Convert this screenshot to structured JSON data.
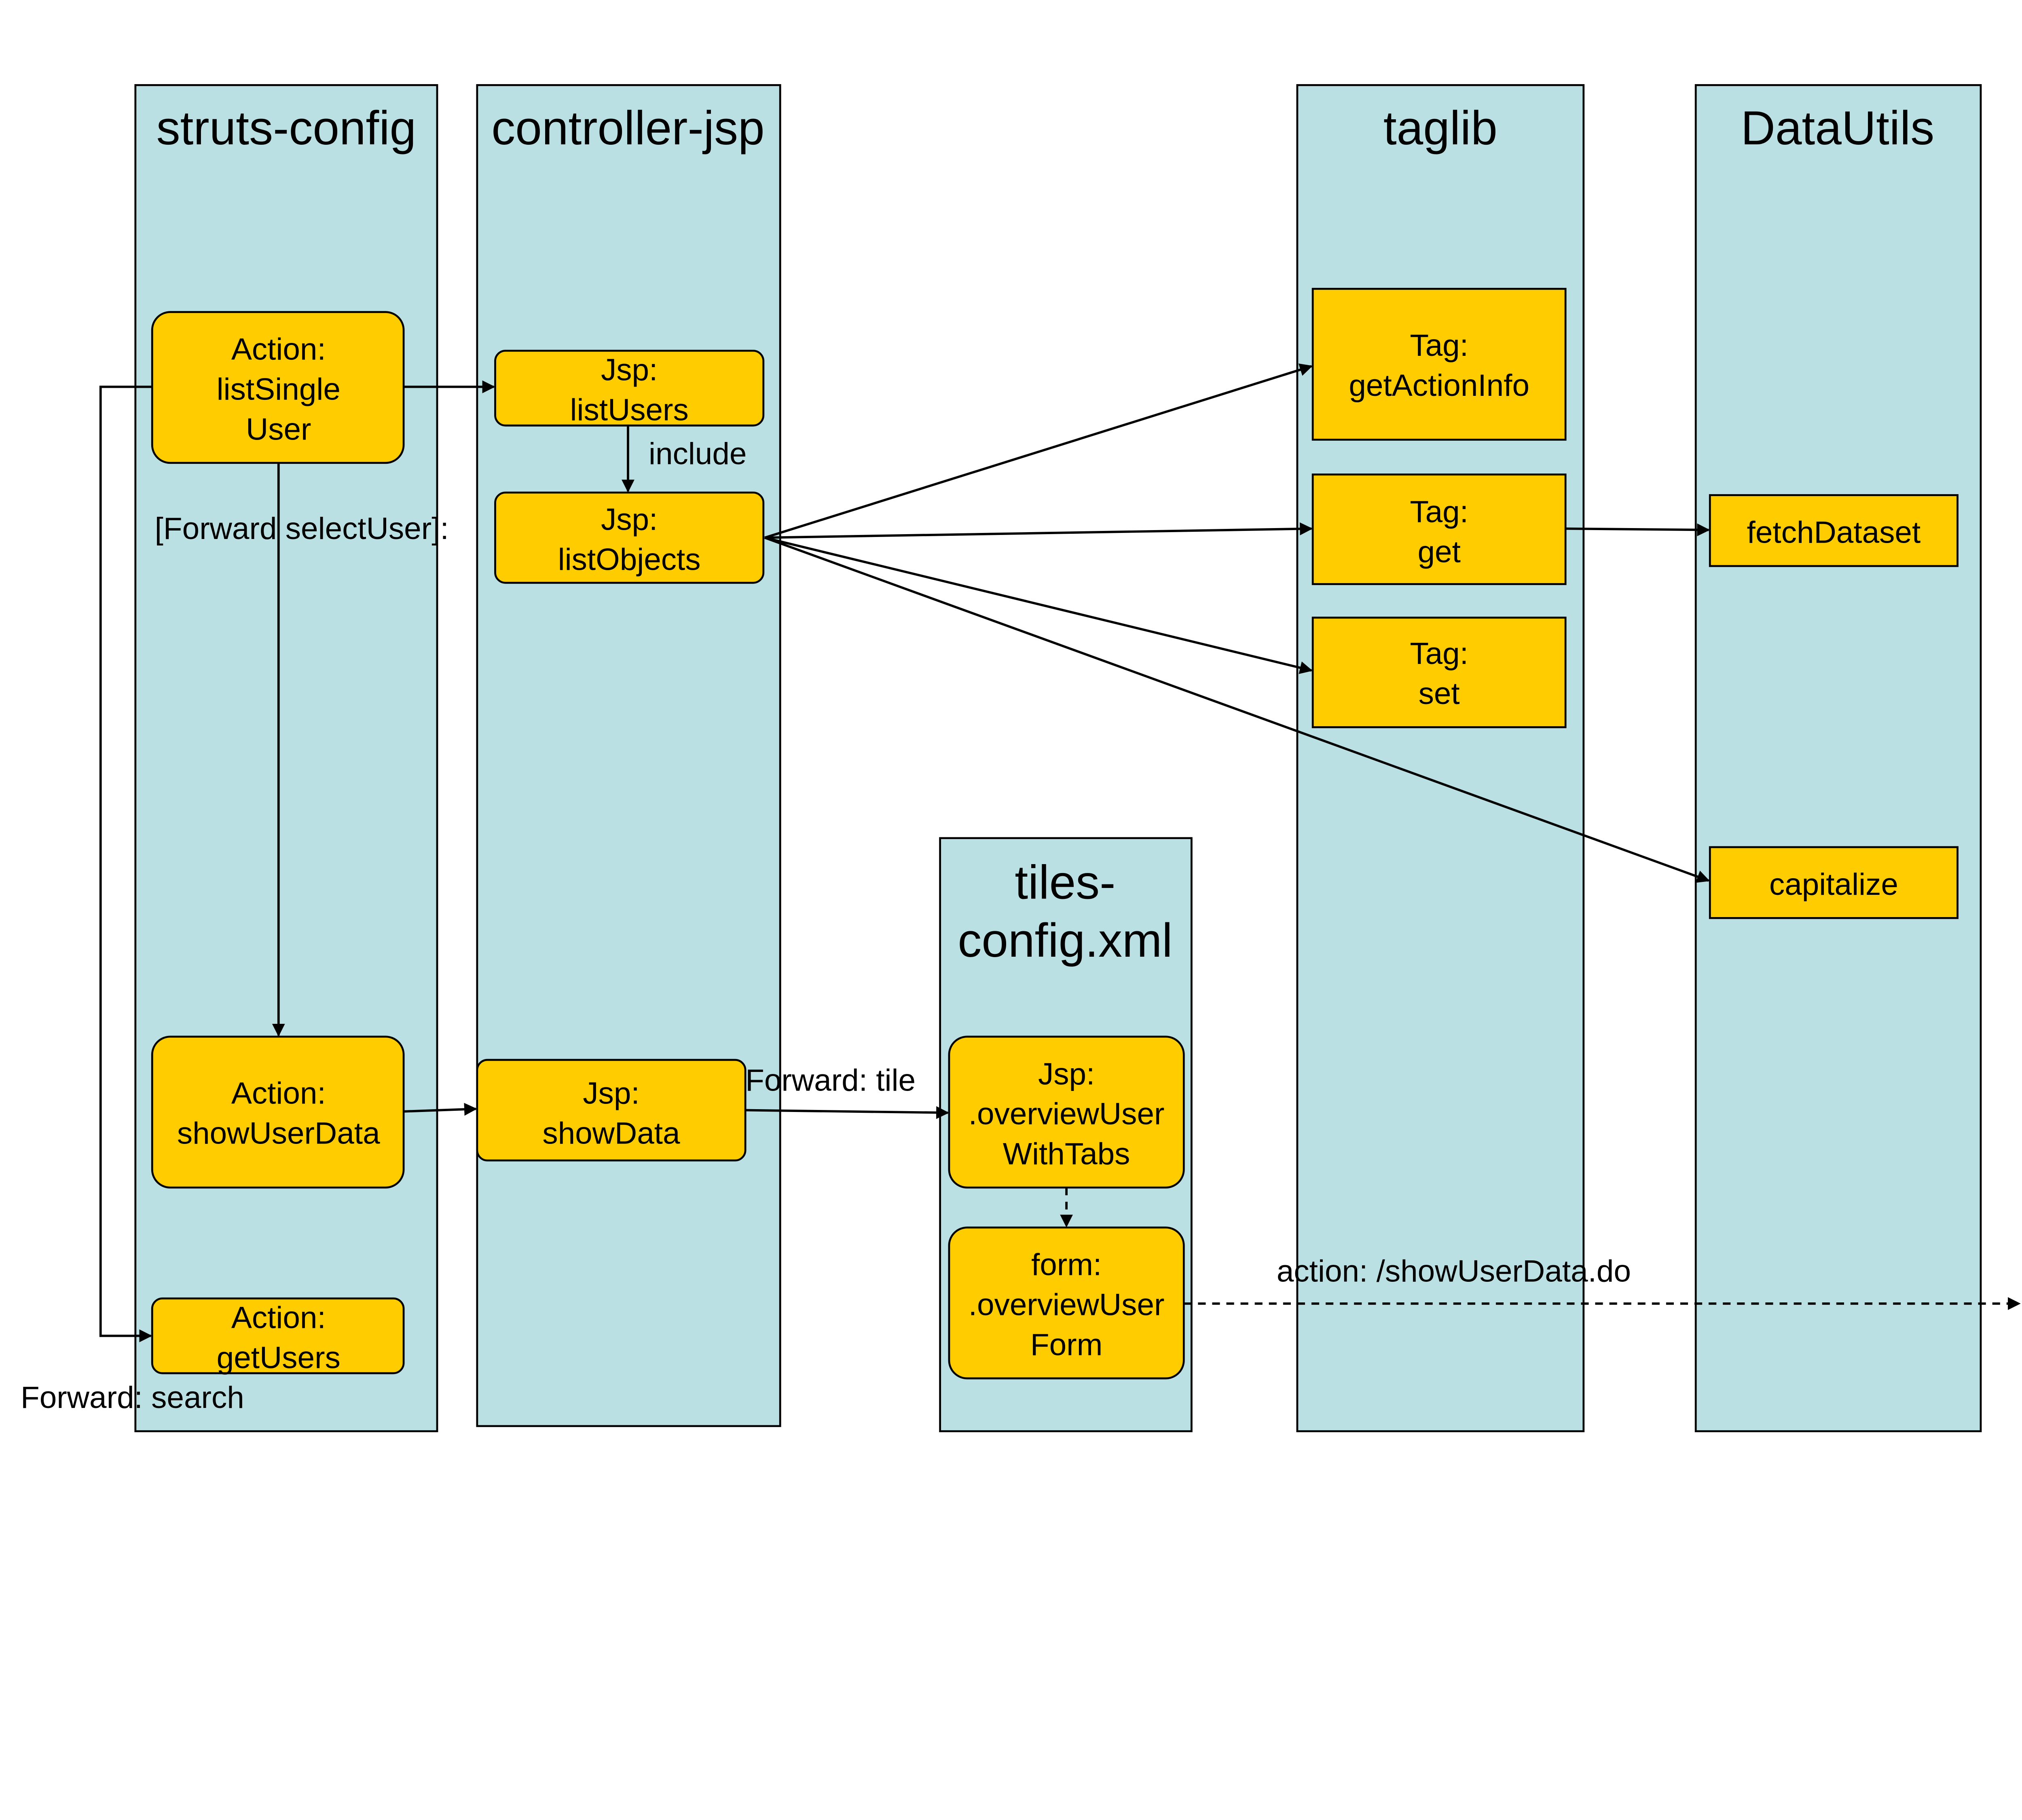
{
  "colors": {
    "lane": "#BBE0E3",
    "node": "#FFCC00",
    "line": "#000000"
  },
  "lanes": [
    {
      "title": [
        "struts-config"
      ]
    },
    {
      "title": [
        "controller-jsp"
      ]
    },
    {
      "title": [
        "tiles-",
        "config.xml"
      ]
    },
    {
      "title": [
        "taglib"
      ]
    },
    {
      "title": [
        "DataUtils"
      ]
    }
  ],
  "nodes": {
    "listSingleUser": [
      "Action:",
      "listSingle",
      "User"
    ],
    "showUserData": [
      "Action:",
      "showUserData"
    ],
    "getUsers": [
      "Action:",
      "getUsers"
    ],
    "listUsers": [
      "Jsp:",
      "listUsers"
    ],
    "listObjects": [
      "Jsp:",
      "listObjects"
    ],
    "showData": [
      "Jsp:",
      "showData"
    ],
    "overviewUserWithTabs": [
      "Jsp:",
      ".overviewUser",
      "WithTabs"
    ],
    "overviewUserForm": [
      "form:",
      ".overviewUser",
      "Form"
    ],
    "getActionInfo": [
      "Tag:",
      "getActionInfo"
    ],
    "get": [
      "Tag:",
      "get"
    ],
    "set": [
      "Tag:",
      "set"
    ],
    "fetchDataset": [
      "fetchDataset"
    ],
    "capitalize": [
      "capitalize"
    ]
  },
  "edge_labels": {
    "include": "include",
    "forward_select_user": "[Forward selectUser]:",
    "forward_search": "Forward: search",
    "forward_tile": "Forward: tile",
    "action_show_user_data": "action: /showUserData.do"
  }
}
